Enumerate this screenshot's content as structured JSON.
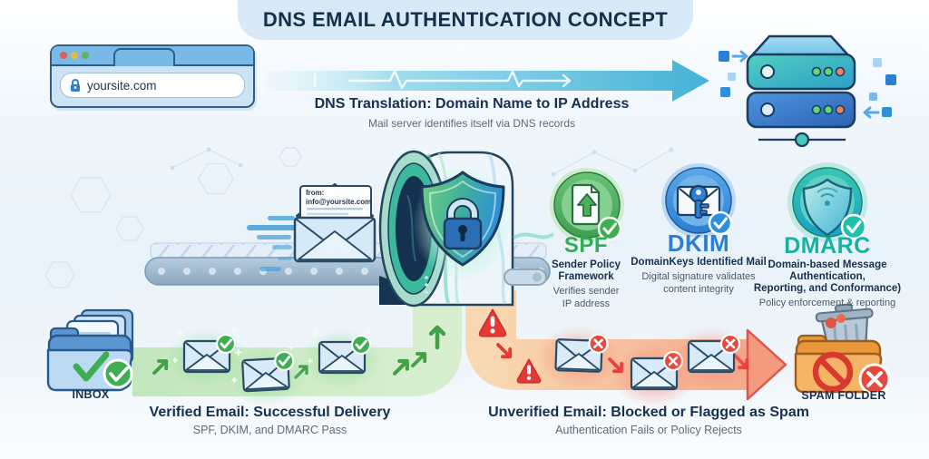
{
  "title": "DNS EMAIL AUTHENTICATION CONCEPT",
  "browser": {
    "url": "yoursite.com"
  },
  "dns_section": {
    "heading": "DNS Translation: Domain Name to IP Address",
    "subheading": "Mail server identifies itself via DNS records"
  },
  "email_card": {
    "from_label": "from:",
    "from_address": "info@yoursite.com"
  },
  "protocols": [
    {
      "name": "SPF",
      "color": "#2fae54",
      "full_name_lines": [
        "Sender Policy Framework"
      ],
      "desc_lines": [
        "Verifies sender",
        "IP address"
      ]
    },
    {
      "name": "DKIM",
      "color": "#2b7fd4",
      "full_name_lines": [
        "DomainKeys Identified Mail"
      ],
      "desc_lines": [
        "Digital signature validates",
        "content integrity"
      ]
    },
    {
      "name": "DMARC",
      "color": "#17b1a4",
      "full_name_lines": [
        "Domain-based Message Authentication,",
        "Reporting, and Conformance)"
      ],
      "desc_lines": [
        "Policy enforcement & reporting"
      ]
    }
  ],
  "verified": {
    "heading": "Verified Email: Successful Delivery",
    "subheading": "SPF, DKIM, and DMARC Pass",
    "inbox_label": "INBOX",
    "color": "#3fae52"
  },
  "unverified": {
    "heading": "Unverified Email: Blocked or Flagged as Spam",
    "subheading": "Authentication Fails or Policy Rejects",
    "spam_label": "SPAM FOLDER",
    "color": "#e5483c"
  }
}
